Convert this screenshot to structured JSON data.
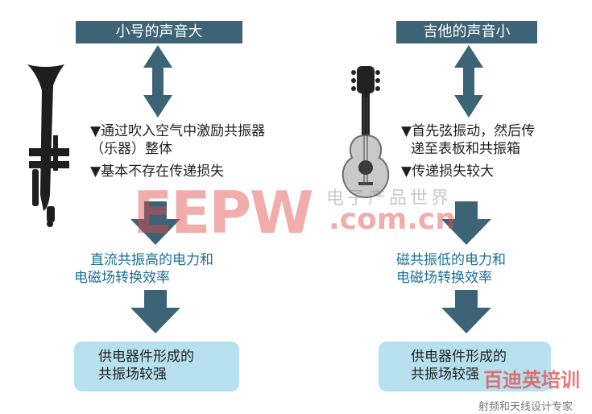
{
  "left": {
    "header": "小号的声音大",
    "bullet_1_line_1": "▼通过吹入空气中激励共振器",
    "bullet_1_line_2": "（乐器）整体",
    "bullet_2": "▼基本不存在传递损失",
    "result_line_1": "直流共振高的电力和",
    "result_line_2": "电磁场转换效率",
    "box_line_1": "供电器件形成的",
    "box_line_2": "共振场较强"
  },
  "right": {
    "header": "吉他的声音小",
    "bullet_1_line_1": "▼首先弦振动，然后传",
    "bullet_1_line_2": "递至表板和共振箱",
    "bullet_2": "▼传递损失较大",
    "result_line_1": "磁共振低的电力和",
    "result_line_2": "电磁场转换效率",
    "box_line_1": "供电器件形成的",
    "box_line_2": "共振场较强"
  },
  "watermarks": {
    "eepw": "EEPW",
    "eepw_cn": "电子产品世界",
    "dotcom": ".com.cn",
    "bottom_cn": "射频和天线设计专家",
    "bottom_logo": "百迪英培训"
  },
  "colors": {
    "header_bg": "#3d6476",
    "arrow": "#3d6476",
    "result_text": "#1b6f95",
    "box_bg": "#b7e1ef",
    "watermark": "#e24a4a"
  }
}
